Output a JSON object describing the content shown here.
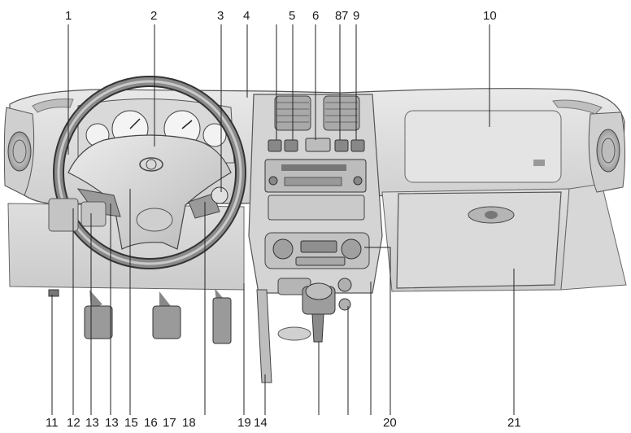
{
  "top_callouts": [
    "1",
    "2",
    "3",
    "4",
    "5",
    "6",
    "8",
    "7",
    "9",
    "10"
  ],
  "bottom_callouts": [
    "11",
    "12",
    "13",
    "13",
    "15",
    "16",
    "17",
    "18",
    "19",
    "14",
    "20",
    "21"
  ]
}
